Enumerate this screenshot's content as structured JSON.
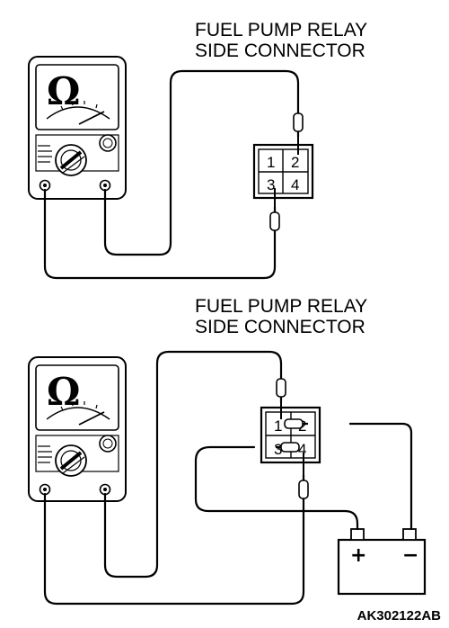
{
  "top": {
    "label_line1": "FUEL PUMP RELAY",
    "label_line2": "SIDE CONNECTOR",
    "meter_symbol": "Ω",
    "pins": [
      "1",
      "2",
      "3",
      "4"
    ]
  },
  "bottom": {
    "label_line1": "FUEL PUMP RELAY",
    "label_line2": "SIDE CONNECTOR",
    "meter_symbol": "Ω",
    "pins": [
      "1",
      "2",
      "3",
      "4"
    ],
    "battery_plus": "+",
    "battery_minus": "−"
  },
  "figure_code": "AK302122AB"
}
